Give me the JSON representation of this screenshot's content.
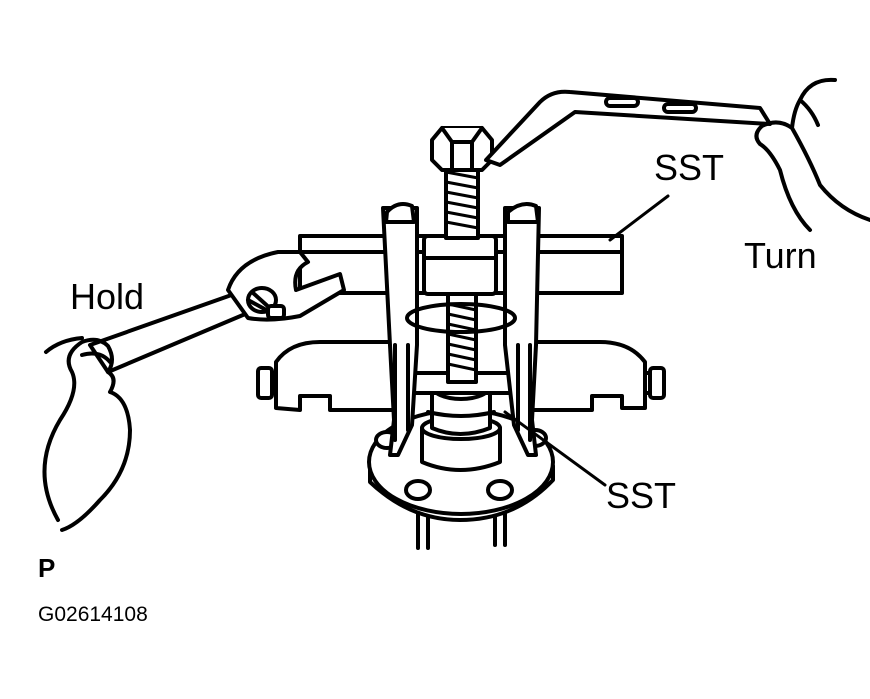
{
  "labels": {
    "sst_top": "SST",
    "turn": "Turn",
    "hold": "Hold",
    "sst_bottom": "SST",
    "p": "P",
    "figure_code": "G02614108"
  },
  "icons": [
    "wheel-hub-icon",
    "puller-tool-icon",
    "wrench-icon",
    "hand-icon",
    "handle-bar-icon"
  ],
  "colors": {
    "ink": "#000000",
    "background": "#ffffff"
  }
}
